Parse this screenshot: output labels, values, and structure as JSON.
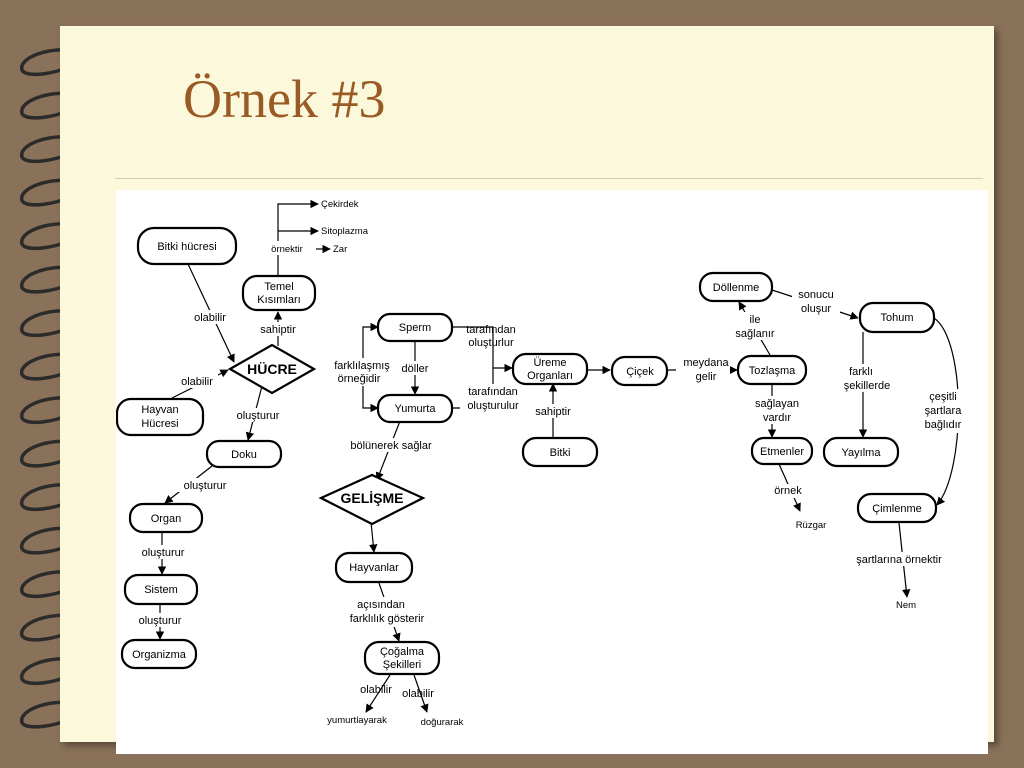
{
  "slide": {
    "title": "Örnek #3",
    "colors": {
      "background": "#8a7159",
      "paper": "#fbf8dc",
      "title": "#9a5a23",
      "spiral": "#2b2b2b"
    }
  },
  "diagram": {
    "nodes": {
      "bitki_hucresi": "Bitki hücresi",
      "temel_kisimlari": [
        "Temel",
        "Kısımları"
      ],
      "hucre": "HÜCRE",
      "hayvan_hucresi": [
        "Hayvan",
        "Hücresi"
      ],
      "doku": "Doku",
      "organ": "Organ",
      "sistem": "Sistem",
      "organizma": "Organizma",
      "sperm": "Sperm",
      "yumurta": "Yumurta",
      "gelisme": "GELİŞME",
      "hayvanlar": "Hayvanlar",
      "cogalma_sekilleri": [
        "Çoğalma",
        "Şekilleri"
      ],
      "ureme_organlari": [
        "Üreme",
        "Organları"
      ],
      "bitki": "Bitki",
      "cicek": "Çiçek",
      "dollenme": "Döllenme",
      "tozlasma": "Tozlaşma",
      "etmenler": "Etmenler",
      "tohum": "Tohum",
      "yayilma": "Yayılma",
      "cimlenme": "Çimlenme"
    },
    "leaves": {
      "cekirdek": "Çekirdek",
      "sitoplazma": "Sitoplazma",
      "zar": "Zar",
      "ruzgar": "Rüzgar",
      "nem": "Nem",
      "yumurtlayarak": "yumurtlayarak",
      "dogurarak": "doğurarak"
    },
    "links": {
      "ornektir": "örnektir",
      "sahiptir_1": "sahiptir",
      "olabilir_1": "olabilir",
      "olabilir_2": "olabilir",
      "olusturur_1": "oluşturur",
      "olusturur_2": "oluşturur",
      "olusturur_3": "oluşturur",
      "olusturur_4": "oluşturur",
      "farklilasmis": [
        "farklılaşmış",
        "örneğidir"
      ],
      "doller": "döller",
      "bolunerek": "bölünerek sağlar",
      "acisindan": [
        "açısından",
        "farklılık gösterir"
      ],
      "olabilir_3": "olabilir",
      "olabilir_4": "olabilir",
      "tarafindan_1": [
        "tarafından",
        "oluşturlur"
      ],
      "tarafindan_2": [
        "tarafından",
        "oluşturulur"
      ],
      "sahiptir_2": "sahiptir",
      "meydana": [
        "meydana",
        "gelir"
      ],
      "ile_saglanir": [
        "ile",
        "sağlanır"
      ],
      "saglayan": [
        "sağlayan",
        "vardır"
      ],
      "ornek": "örnek",
      "sonucu": [
        "sonucu",
        "oluşur"
      ],
      "farkli": [
        "farklı",
        "şekillerde"
      ],
      "cesitli": [
        "çeşitli",
        "şartlara",
        "bağlıdır"
      ],
      "sartlarina": "şartlarına örnektir"
    }
  }
}
